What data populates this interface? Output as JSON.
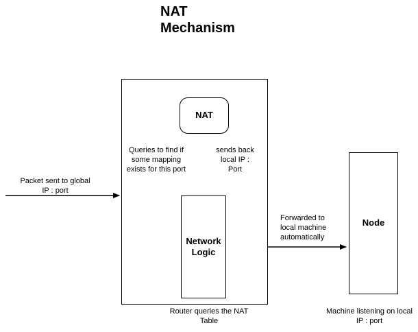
{
  "diagram": {
    "title": "NAT\nMechanism",
    "router_box": {
      "nat_label": "NAT",
      "network_logic_label": "Network\nLogic"
    },
    "node_box": {
      "label": "Node"
    },
    "arrow_labels": {
      "packet_in": "Packet sent to global\nIP : port",
      "queries": "Queries to find if\nsome mapping\nexists for this port",
      "sends_back": "sends back\nlocal IP :\nPort",
      "forwarded": "Forwarded to\nlocal machine\nautomatically"
    },
    "captions": {
      "router": "Router queries the NAT\nTable",
      "machine": "Machine listening on local\nIP : port"
    },
    "colors": {
      "line": "#000000",
      "background": "#ffffff"
    }
  }
}
